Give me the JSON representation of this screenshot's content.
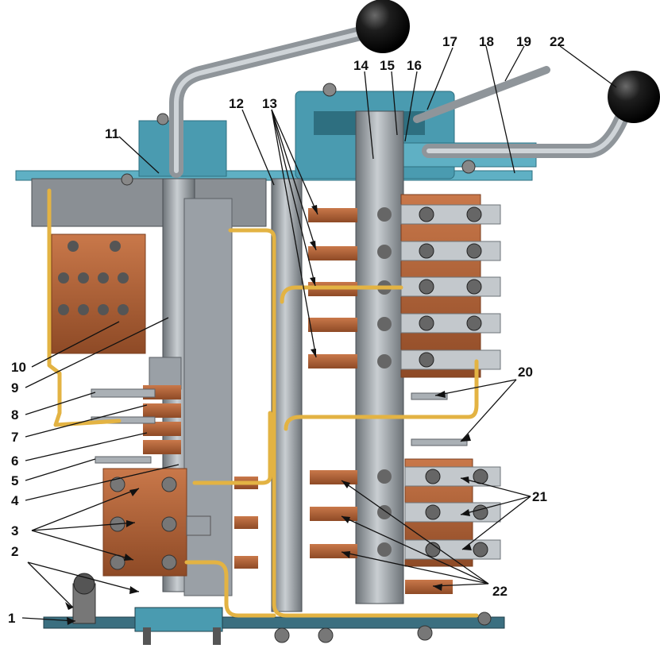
{
  "labels": [
    {
      "id": "l1",
      "text": "1"
    },
    {
      "id": "l2",
      "text": "2"
    },
    {
      "id": "l3",
      "text": "3"
    },
    {
      "id": "l4",
      "text": "4"
    },
    {
      "id": "l5",
      "text": "5"
    },
    {
      "id": "l6",
      "text": "6"
    },
    {
      "id": "l7",
      "text": "7"
    },
    {
      "id": "l8",
      "text": "8"
    },
    {
      "id": "l9",
      "text": "9"
    },
    {
      "id": "l10",
      "text": "10"
    },
    {
      "id": "l11",
      "text": "11"
    },
    {
      "id": "l12",
      "text": "12"
    },
    {
      "id": "l13",
      "text": "13"
    },
    {
      "id": "l14",
      "text": "14"
    },
    {
      "id": "l15",
      "text": "15"
    },
    {
      "id": "l16",
      "text": "16"
    },
    {
      "id": "l17",
      "text": "17"
    },
    {
      "id": "l18",
      "text": "18"
    },
    {
      "id": "l19",
      "text": "19"
    },
    {
      "id": "l20",
      "text": "20"
    },
    {
      "id": "l21",
      "text": "21"
    },
    {
      "id": "l22a",
      "text": "22"
    },
    {
      "id": "l22b",
      "text": "22"
    }
  ],
  "colors": {
    "housing": "#4a9bb0",
    "housing_dark": "#2e6f80",
    "steel": "#9aa0a6",
    "steel_dark": "#5c6166",
    "copper": "#b5653a",
    "copper_dark": "#7a3d1e",
    "wire": "#e8b84a",
    "knob": "#1b1b1b",
    "leader": "#111111"
  }
}
